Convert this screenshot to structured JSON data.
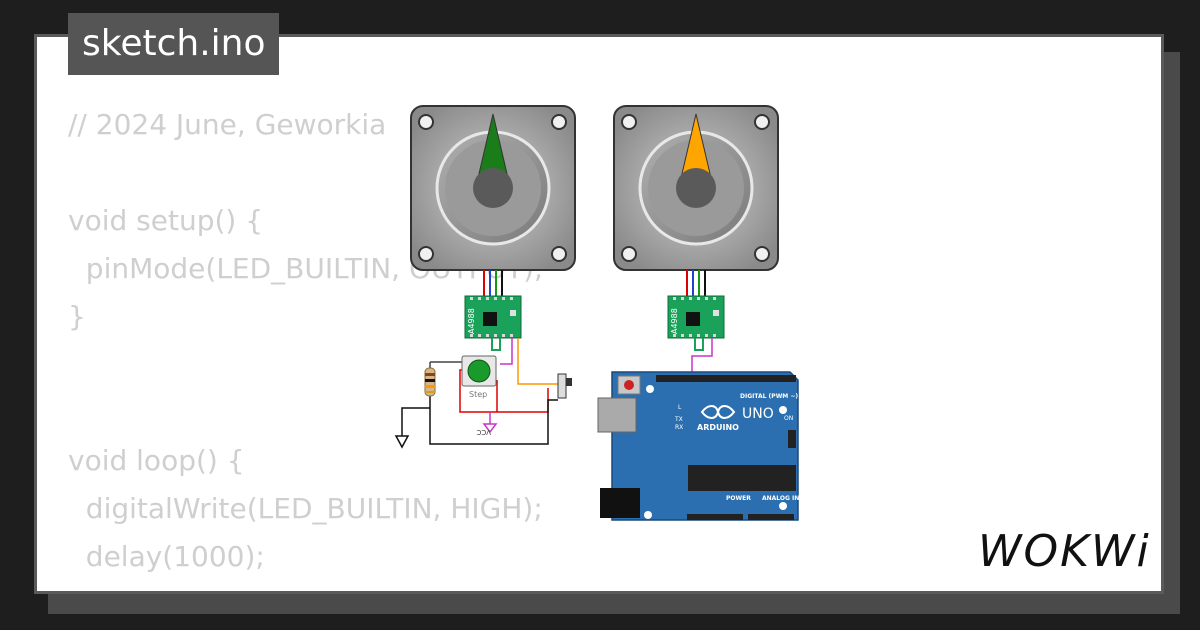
{
  "tab": {
    "title": "sketch.ino"
  },
  "code_lines": [
    "// 2024 June, Geworkia",
    "",
    "void setup() {",
    "  pinMode(LED_BUILTIN, OUTPUT);",
    "}",
    "",
    "",
    "",
    "void loop() {",
    "  digitalWrite(LED_BUILTIN, HIGH);",
    "  delay(1000);"
  ],
  "diagram": {
    "driver_label": "A4988",
    "button_label": "Step",
    "vcc_label": "VCC",
    "board": {
      "name": "UNO",
      "brand": "ARDUINO",
      "digital_label": "DIGITAL (PWM ~)",
      "power_label": "POWER",
      "analog_label": "ANALOG IN",
      "tx_label": "TX",
      "rx_label": "RX",
      "l_label": "L",
      "on_label": "ON"
    },
    "pointer_colors": [
      "#1a7d1a",
      "#ffa500"
    ]
  },
  "brand": {
    "logo_text": "WOKWi"
  }
}
